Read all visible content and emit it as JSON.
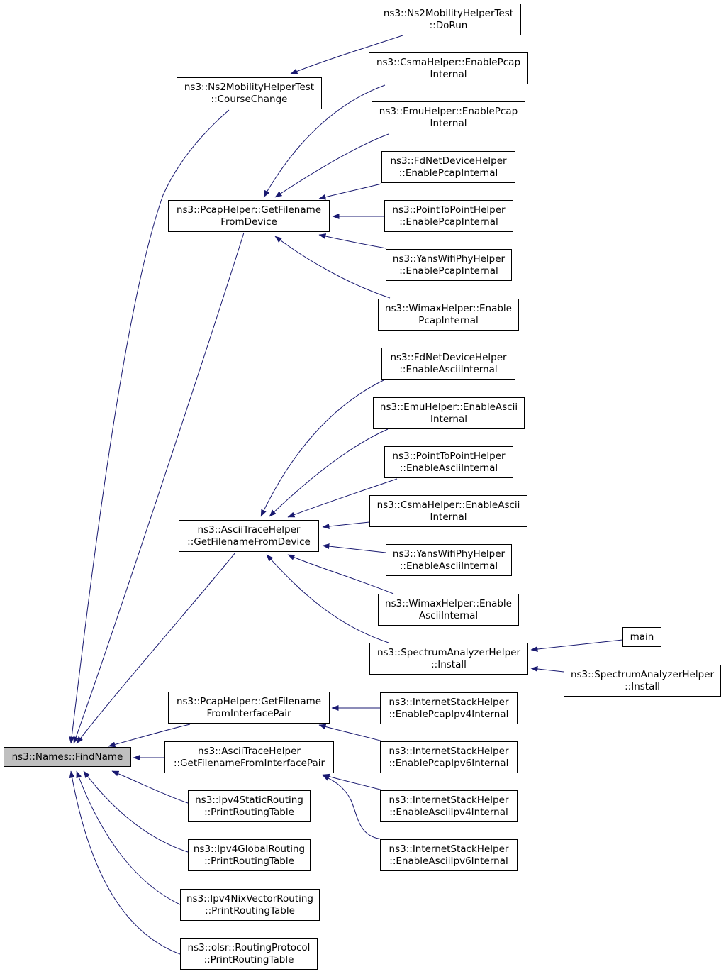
{
  "colors": {
    "edge": "#191970",
    "root_fill": "#bfbfbf",
    "node_fill": "#ffffff",
    "border": "#000000"
  },
  "nodes": [
    {
      "id": "root",
      "lines": [
        "ns3::Names::FindName"
      ],
      "root": true
    },
    {
      "id": "ns2course",
      "lines": [
        "ns3::Ns2MobilityHelperTest",
        "::CourseChange"
      ]
    },
    {
      "id": "ns2dorun",
      "lines": [
        "ns3::Ns2MobilityHelperTest",
        "::DoRun"
      ]
    },
    {
      "id": "pcapdev",
      "lines": [
        "ns3::PcapHelper::GetFilename",
        "FromDevice"
      ]
    },
    {
      "id": "csmapcap",
      "lines": [
        "ns3::CsmaHelper::EnablePcap",
        "Internal"
      ]
    },
    {
      "id": "emupcap",
      "lines": [
        "ns3::EmuHelper::EnablePcap",
        "Internal"
      ]
    },
    {
      "id": "fdpcap",
      "lines": [
        "ns3::FdNetDeviceHelper",
        "::EnablePcapInternal"
      ]
    },
    {
      "id": "p2ppcap",
      "lines": [
        "ns3::PointToPointHelper",
        "::EnablePcapInternal"
      ]
    },
    {
      "id": "yanspcap",
      "lines": [
        "ns3::YansWifiPhyHelper",
        "::EnablePcapInternal"
      ]
    },
    {
      "id": "wimaxpcap",
      "lines": [
        "ns3::WimaxHelper::Enable",
        "PcapInternal"
      ]
    },
    {
      "id": "asciidev",
      "lines": [
        "ns3::AsciiTraceHelper",
        "::GetFilenameFromDevice"
      ]
    },
    {
      "id": "fdascii",
      "lines": [
        "ns3::FdNetDeviceHelper",
        "::EnableAsciiInternal"
      ]
    },
    {
      "id": "emuascii",
      "lines": [
        "ns3::EmuHelper::EnableAscii",
        "Internal"
      ]
    },
    {
      "id": "p2pascii",
      "lines": [
        "ns3::PointToPointHelper",
        "::EnableAsciiInternal"
      ]
    },
    {
      "id": "csmaascii",
      "lines": [
        "ns3::CsmaHelper::EnableAscii",
        "Internal"
      ]
    },
    {
      "id": "yansascii",
      "lines": [
        "ns3::YansWifiPhyHelper",
        "::EnableAsciiInternal"
      ]
    },
    {
      "id": "wimaxascii",
      "lines": [
        "ns3::WimaxHelper::Enable",
        "AsciiInternal"
      ]
    },
    {
      "id": "specinstall",
      "lines": [
        "ns3::SpectrumAnalyzerHelper",
        "::Install"
      ]
    },
    {
      "id": "main",
      "lines": [
        "main"
      ]
    },
    {
      "id": "specinstall2",
      "lines": [
        "ns3::SpectrumAnalyzerHelper",
        "::Install"
      ]
    },
    {
      "id": "pcappair",
      "lines": [
        "ns3::PcapHelper::GetFilename",
        "FromInterfacePair"
      ]
    },
    {
      "id": "asciipair",
      "lines": [
        "ns3::AsciiTraceHelper",
        "::GetFilenameFromInterfacePair"
      ]
    },
    {
      "id": "instpcap4",
      "lines": [
        "ns3::InternetStackHelper",
        "::EnablePcapIpv4Internal"
      ]
    },
    {
      "id": "instpcap6",
      "lines": [
        "ns3::InternetStackHelper",
        "::EnablePcapIpv6Internal"
      ]
    },
    {
      "id": "instascii4",
      "lines": [
        "ns3::InternetStackHelper",
        "::EnableAsciiIpv4Internal"
      ]
    },
    {
      "id": "instascii6",
      "lines": [
        "ns3::InternetStackHelper",
        "::EnableAsciiIpv6Internal"
      ]
    },
    {
      "id": "ipv4static",
      "lines": [
        "ns3::Ipv4StaticRouting",
        "::PrintRoutingTable"
      ]
    },
    {
      "id": "ipv4global",
      "lines": [
        "ns3::Ipv4GlobalRouting",
        "::PrintRoutingTable"
      ]
    },
    {
      "id": "ipv4nix",
      "lines": [
        "ns3::Ipv4NixVectorRouting",
        "::PrintRoutingTable"
      ]
    },
    {
      "id": "olsr",
      "lines": [
        "ns3::olsr::RoutingProtocol",
        "::PrintRoutingTable"
      ]
    }
  ],
  "edges": [
    {
      "from": "ns2course",
      "to": "root"
    },
    {
      "from": "ns2dorun",
      "to": "ns2course"
    },
    {
      "from": "pcapdev",
      "to": "root"
    },
    {
      "from": "csmapcap",
      "to": "pcapdev"
    },
    {
      "from": "emupcap",
      "to": "pcapdev"
    },
    {
      "from": "fdpcap",
      "to": "pcapdev"
    },
    {
      "from": "p2ppcap",
      "to": "pcapdev"
    },
    {
      "from": "yanspcap",
      "to": "pcapdev"
    },
    {
      "from": "wimaxpcap",
      "to": "pcapdev"
    },
    {
      "from": "asciidev",
      "to": "root"
    },
    {
      "from": "fdascii",
      "to": "asciidev"
    },
    {
      "from": "emuascii",
      "to": "asciidev"
    },
    {
      "from": "p2pascii",
      "to": "asciidev"
    },
    {
      "from": "csmaascii",
      "to": "asciidev"
    },
    {
      "from": "yansascii",
      "to": "asciidev"
    },
    {
      "from": "wimaxascii",
      "to": "asciidev"
    },
    {
      "from": "specinstall",
      "to": "asciidev"
    },
    {
      "from": "main",
      "to": "specinstall"
    },
    {
      "from": "specinstall2",
      "to": "specinstall"
    },
    {
      "from": "pcappair",
      "to": "root"
    },
    {
      "from": "instpcap4",
      "to": "pcappair"
    },
    {
      "from": "instpcap6",
      "to": "pcappair"
    },
    {
      "from": "asciipair",
      "to": "root"
    },
    {
      "from": "instascii4",
      "to": "asciipair"
    },
    {
      "from": "instascii6",
      "to": "asciipair"
    },
    {
      "from": "ipv4static",
      "to": "root"
    },
    {
      "from": "ipv4global",
      "to": "root"
    },
    {
      "from": "ipv4nix",
      "to": "root"
    },
    {
      "from": "olsr",
      "to": "root"
    }
  ]
}
